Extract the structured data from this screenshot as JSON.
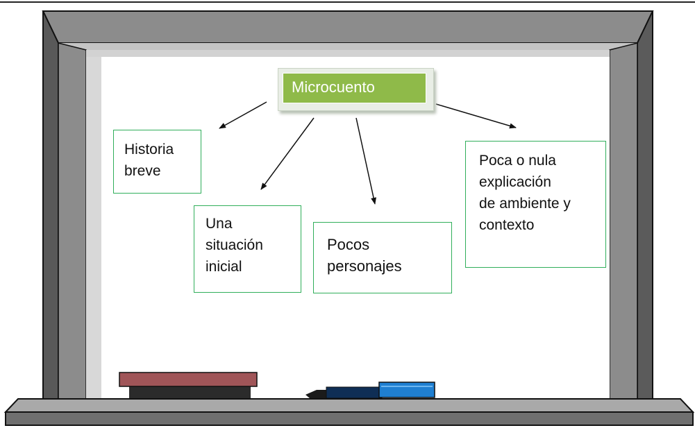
{
  "diagram": {
    "title": "Microcuento",
    "nodes": [
      {
        "id": "historia",
        "text": "Historia\nbreve"
      },
      {
        "id": "situacion",
        "text": "Una\nsituación\ninicial"
      },
      {
        "id": "personajes",
        "text": "Pocos\npersonajes"
      },
      {
        "id": "explicacion",
        "text": "Poca  o nula\nexplicación\nde ambiente y\ncontexto"
      }
    ]
  },
  "colors": {
    "frame_dark": "#4a4a4a",
    "frame_mid": "#8c8c8c",
    "frame_light": "#c4c4c4",
    "node_border": "#2fae5a",
    "title_fill": "#8fba49",
    "eraser_top": "#a05558",
    "marker_body": "#1f7fd1"
  }
}
